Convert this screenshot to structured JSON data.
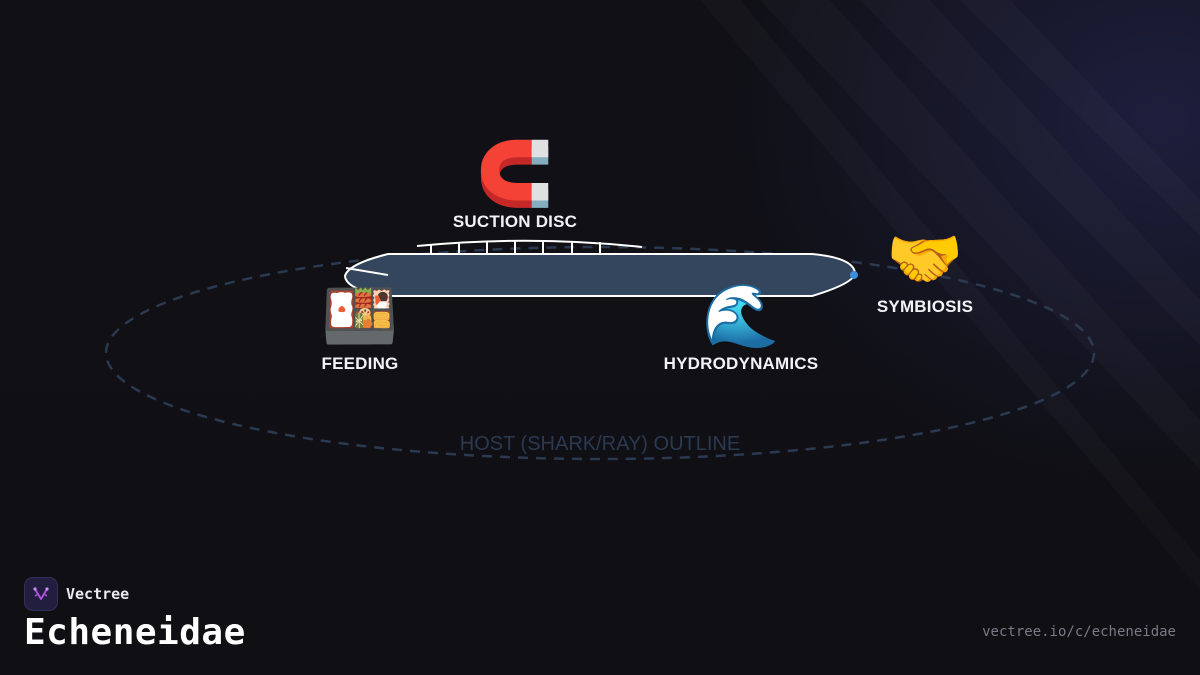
{
  "diagram": {
    "nodes": [
      {
        "label": "SUCTION DISC",
        "icon": "magnet-icon",
        "glyph": "🧲"
      },
      {
        "label": "SYMBIOSIS",
        "icon": "handshake-icon",
        "glyph": "🤝"
      },
      {
        "label": "FEEDING",
        "icon": "bento-box-icon",
        "glyph": "🍱"
      },
      {
        "label": "HYDRODYNAMICS",
        "icon": "wave-icon",
        "glyph": "🌊"
      }
    ],
    "host_label": "HOST (SHARK/RAY) OUTLINE"
  },
  "brand": {
    "name": "Vectree",
    "title": "Echeneidae",
    "url": "vectree.io/c/echeneidae"
  },
  "colors": {
    "background": "#0f0f14",
    "fish_body": "#34465e",
    "outline": "#ffffff",
    "host_outline": "#2b3a50",
    "eye": "#3a8ddd",
    "logo_accent": "#b155e0"
  }
}
